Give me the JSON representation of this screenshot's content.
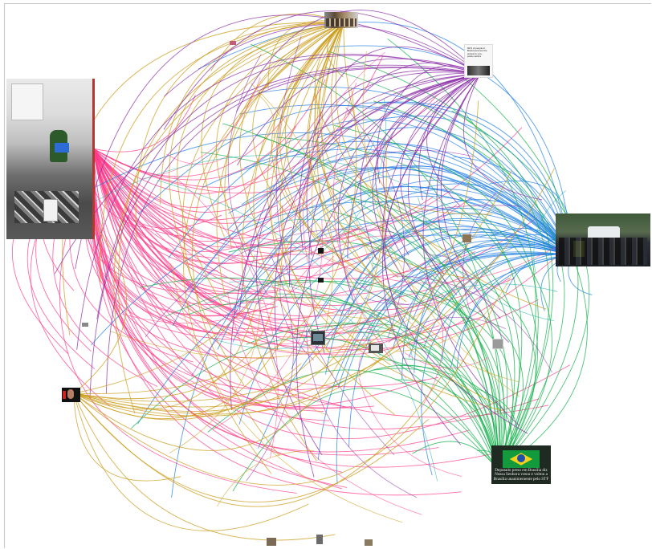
{
  "graph": {
    "clusters": [
      {
        "name": "office-damage",
        "color": "#ff3d8b",
        "hub": "photo-office-damage",
        "edges": 90
      },
      {
        "name": "police-group",
        "color": "#1f7fe6",
        "hub": "photo-police-group",
        "edges": 70
      },
      {
        "name": "flag-video",
        "color": "#12b04a",
        "hub": "photo-flag-video",
        "edges": 50
      },
      {
        "name": "top-crowd",
        "color": "#c99a14",
        "hub": "photo-top-crowd",
        "edges": 40
      },
      {
        "name": "article-card",
        "color": "#8a2aa6",
        "hub": "photo-article-card",
        "edges": 40
      },
      {
        "name": "left-portrait",
        "color": "#c99a14",
        "hub": "photo-left-portrait",
        "edges": 20
      }
    ]
  },
  "nodes": {
    "article_card_text": "90% of people in Brazil perceive the protest in pro-police tactics",
    "flag_video_caption": "Deputado preso em Brasília diz Nossa Senhora votou e voltou a Brasília unanimemente pelo STF"
  },
  "colors": {
    "pink": "#ff3d8b",
    "blue": "#1f7fe6",
    "green": "#12b04a",
    "gold": "#c99a14",
    "purple": "#8a2aa6",
    "teal": "#20b0a8"
  }
}
